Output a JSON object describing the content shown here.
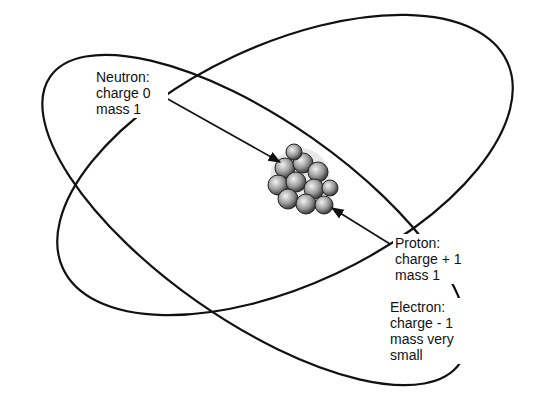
{
  "diagram": {
    "labels": [
      "Neutron: charge 0 mass 1",
      "Proton: charge + 1 mass 1",
      "Electron: charge - 1 mass very small"
    ]
  }
}
